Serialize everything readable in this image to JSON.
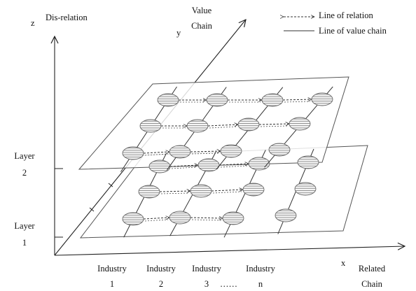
{
  "axes": {
    "z": {
      "letter": "z",
      "label": "Dis-relation"
    },
    "y": {
      "letter": "y",
      "label_line1": "Value",
      "label_line2": "Chain"
    },
    "x": {
      "letter": "x",
      "label_line1": "Related",
      "label_line2": "Chain"
    }
  },
  "legend": {
    "relation": "Line of relation",
    "value_chain": "Line of value chain"
  },
  "layers": [
    {
      "line1": "Layer",
      "line2": "2"
    },
    {
      "line1": "Layer",
      "line2": "1"
    }
  ],
  "industries": [
    {
      "name": "Industry",
      "index": "1"
    },
    {
      "name": "Industry",
      "index": "2"
    },
    {
      "name": "Industry",
      "index": "3"
    },
    {
      "name": "Industry",
      "index": "n"
    }
  ],
  "ellipsis": "……",
  "colors": {
    "ink": "#222222",
    "plane_border": "#555555",
    "node_fill": "#f2f2f2",
    "hatch": "#777777"
  }
}
